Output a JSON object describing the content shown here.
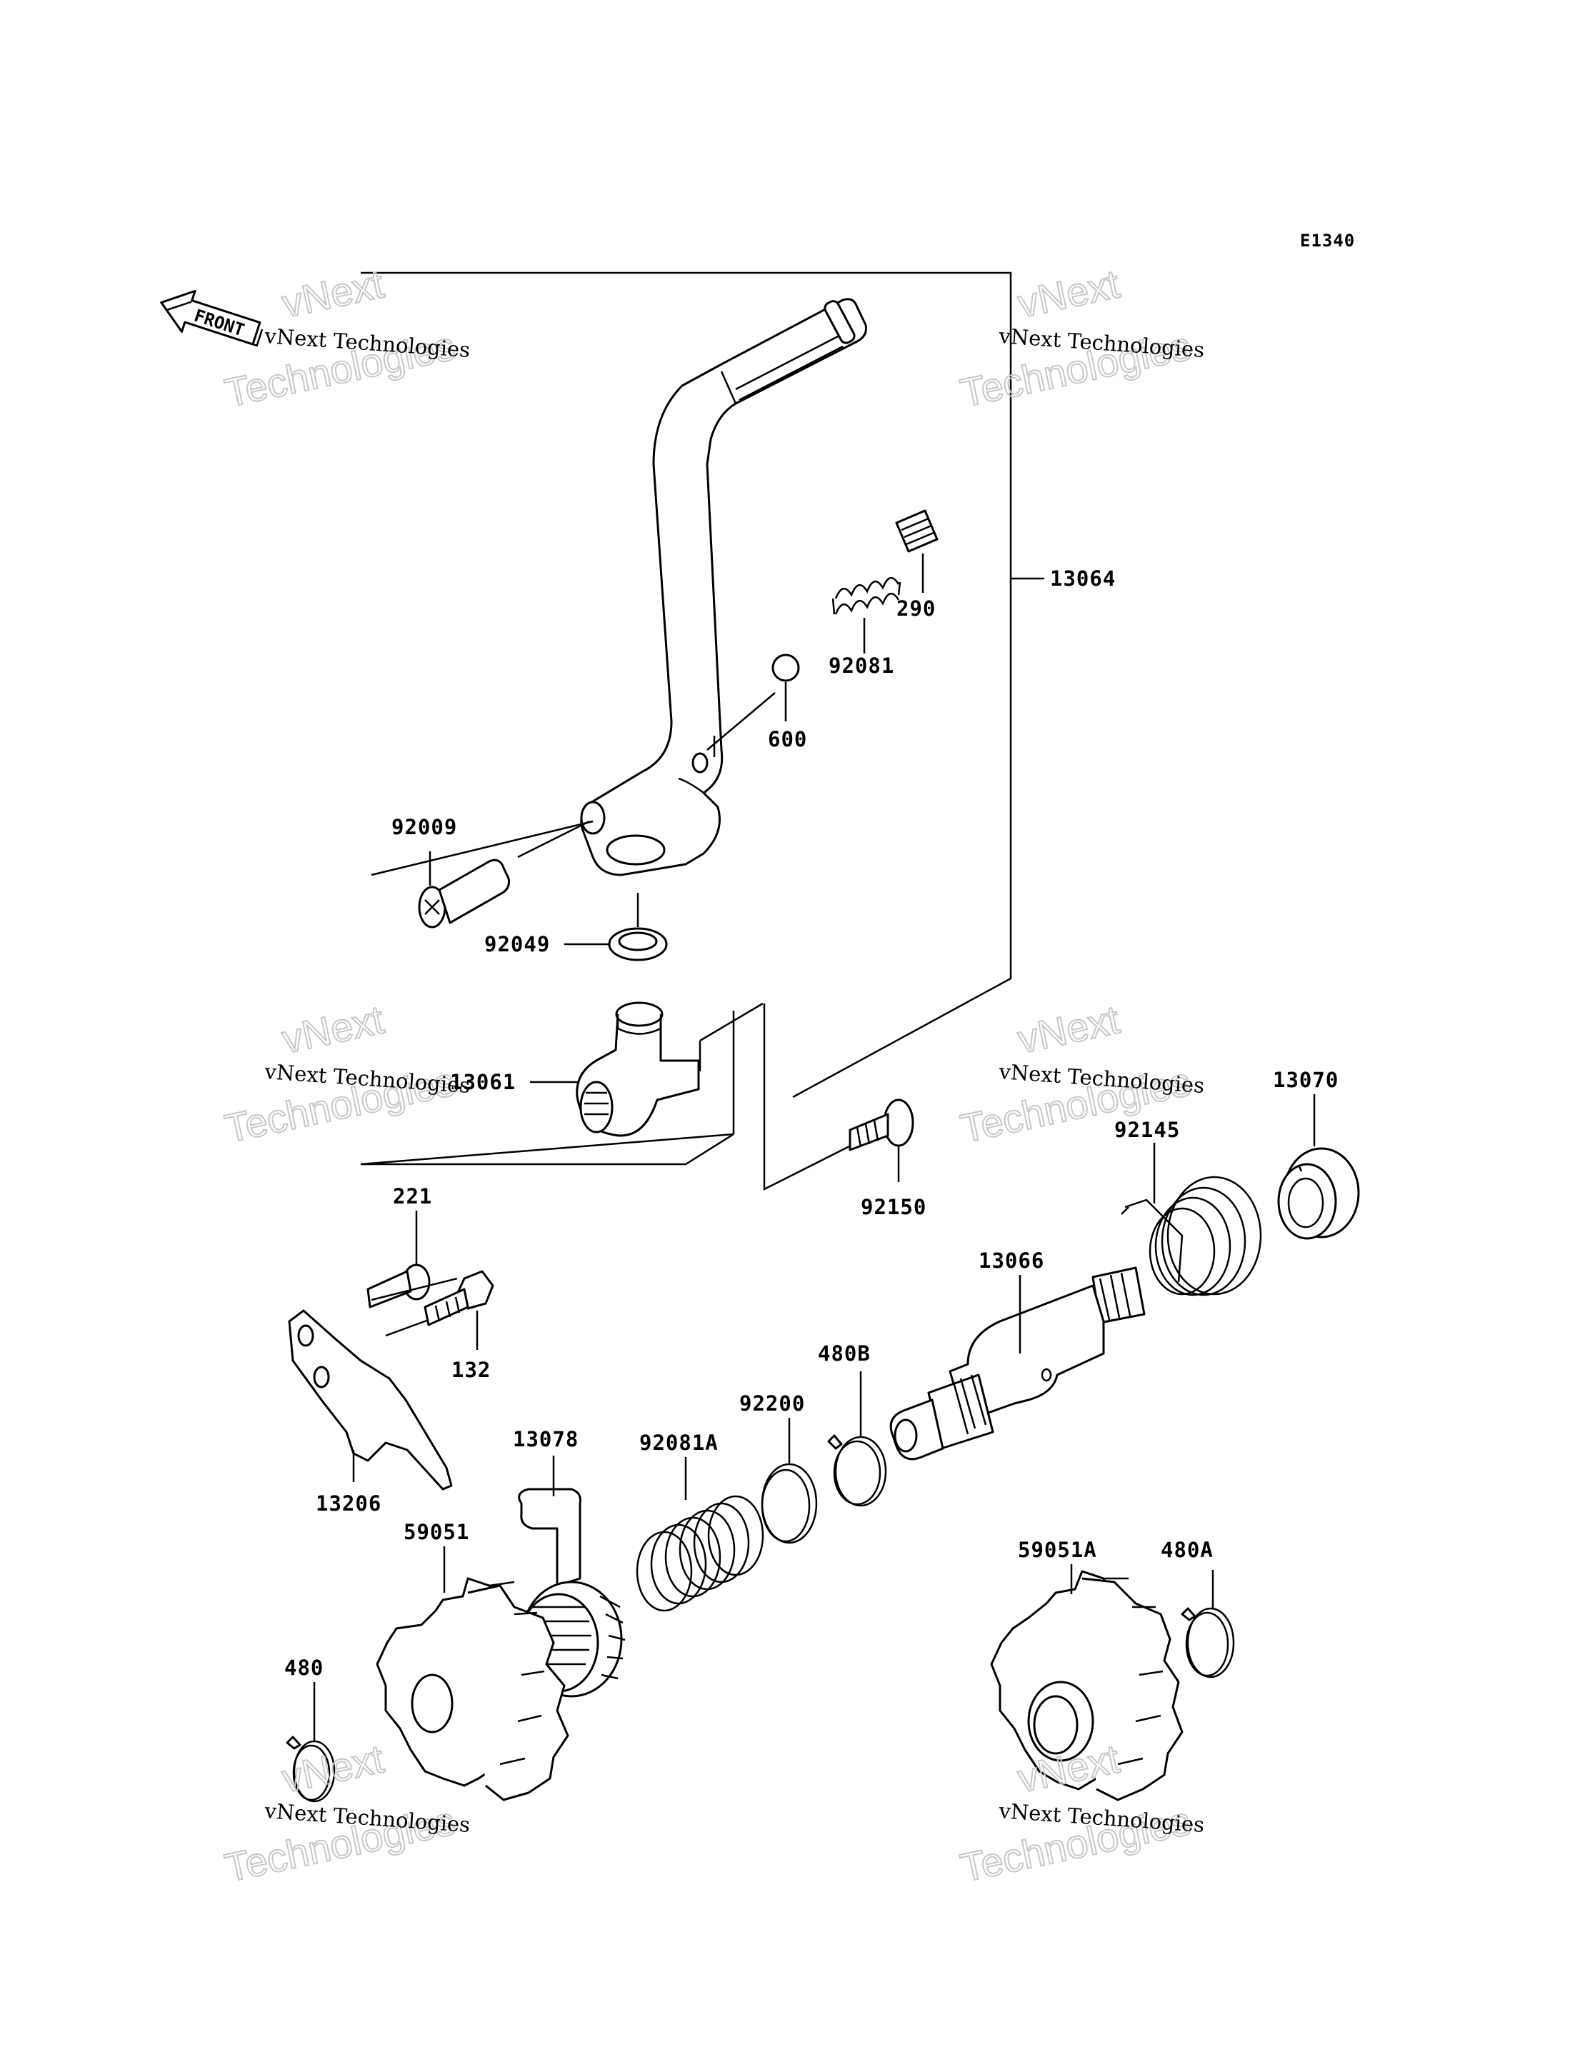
{
  "diagram_code": "E1340",
  "front_label": "FRONT",
  "watermark": {
    "line1": "vNext Technologies",
    "line2": "vNext",
    "line3": "Technologies"
  },
  "callouts": {
    "p13064": "13064",
    "p290": "290",
    "p92081": "92081",
    "p600": "600",
    "p92009": "92009",
    "p92049": "92049",
    "p13061": "13061",
    "p92150": "92150",
    "p13070": "13070",
    "p92145": "92145",
    "p13066": "13066",
    "p221": "221",
    "p132": "132",
    "p13206": "13206",
    "p480B": "480B",
    "p92200": "92200",
    "p92081A": "92081A",
    "p13078": "13078",
    "p59051": "59051",
    "p480": "480",
    "p59051A": "59051A",
    "p480A": "480A"
  }
}
